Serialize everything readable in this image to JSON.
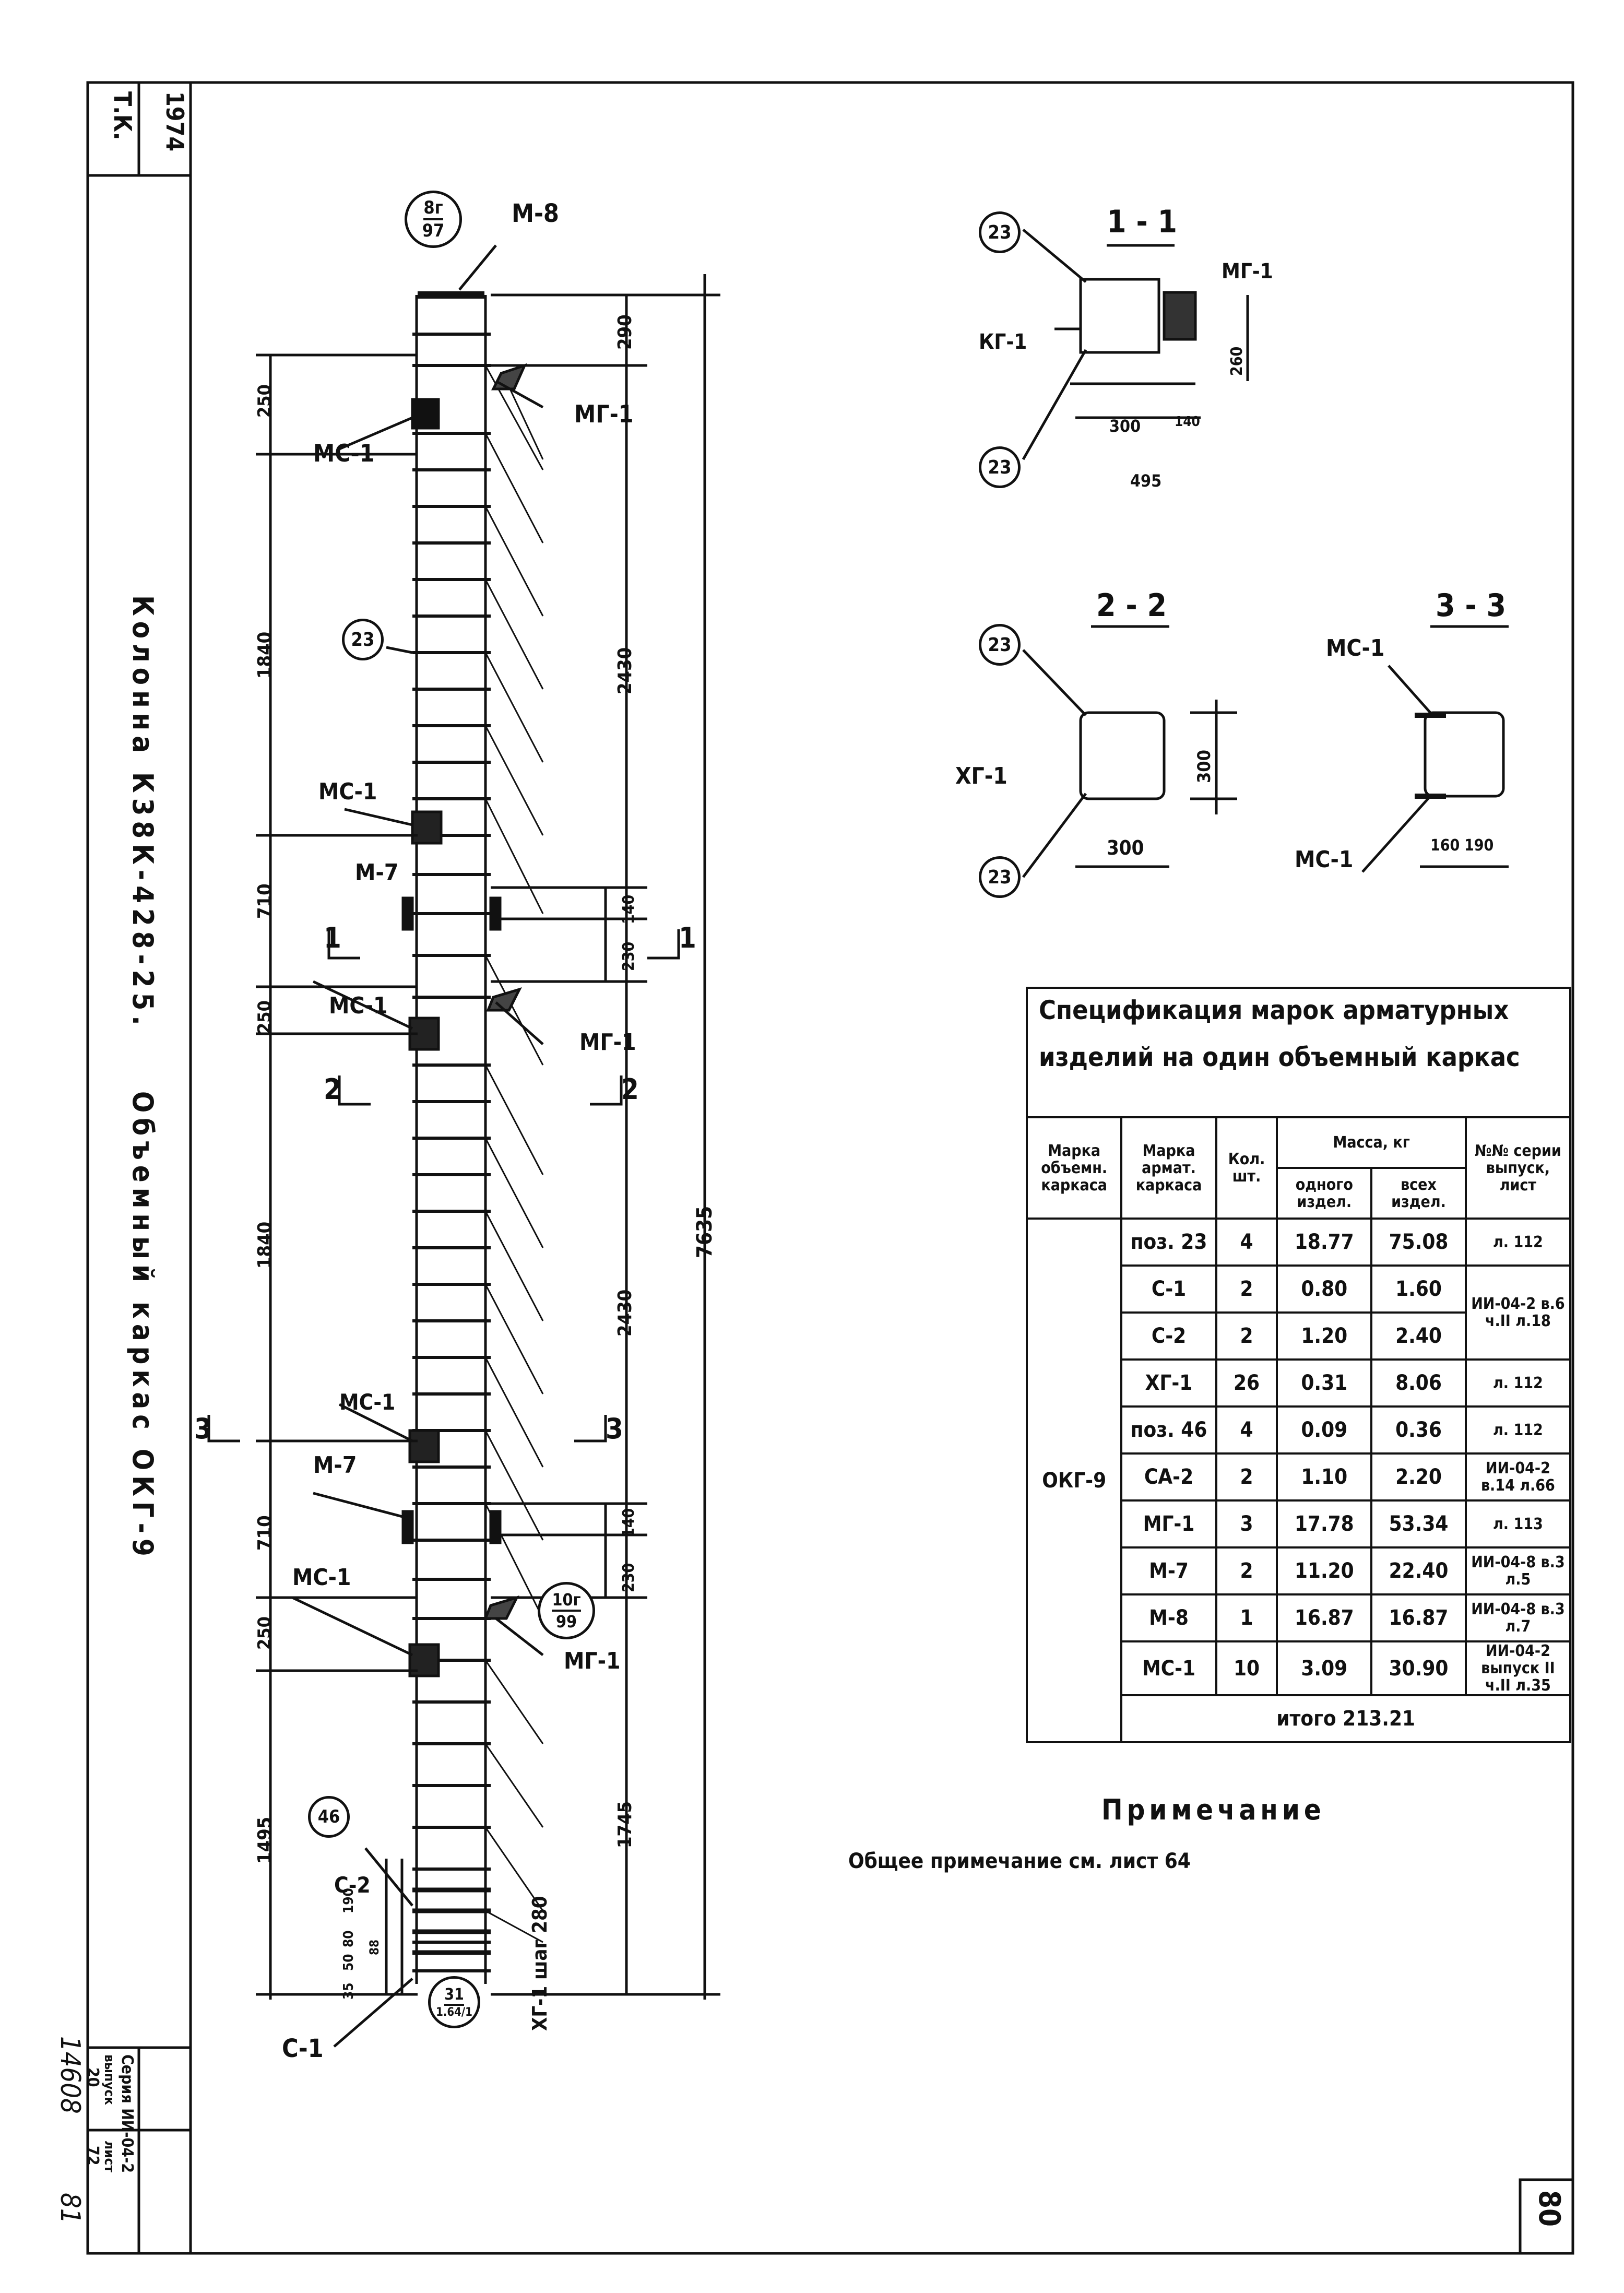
{
  "stamp": {
    "org": "Т.К.",
    "year": "1974"
  },
  "title": {
    "column": "Колонна  К38К-428-25.",
    "frame": "Объемный  каркас  ОКГ-9"
  },
  "labels": {
    "m8": "М-8",
    "mg1": "МГ-1",
    "mc1": "МС-1",
    "m7": "М-7",
    "c2": "С-2",
    "c1": "С-1",
    "xg1": "ХГ-1 шаг 280",
    "kg1": "КГ-1",
    "xg1s": "ХГ-1"
  },
  "callouts": {
    "top": {
      "num": "8г",
      "den": "97"
    },
    "mid": {
      "num": "10г",
      "den": "99"
    },
    "bot": {
      "num": "31",
      "den": "1.64/1"
    },
    "p23": "23",
    "p46": "46"
  },
  "dims_left": [
    "250",
    "1840",
    "710",
    "250",
    "1840",
    "710",
    "250",
    "1495",
    "35",
    "50",
    "80",
    "190",
    "88"
  ],
  "dims_right": [
    "290",
    "2430",
    "140",
    "230",
    "2430",
    "140",
    "230",
    "1745"
  ],
  "dim_total": "7635",
  "sections": {
    "s1": "1 - 1",
    "s2": "2 - 2",
    "s3": "3 - 3",
    "cut1": "1",
    "cut2": "2",
    "cut3": "3",
    "d260": "260",
    "d300a": "300",
    "d140": "140",
    "d495": "495",
    "d300b": "300",
    "d300c": "300",
    "d160": "160",
    "d190": "190"
  },
  "spec": {
    "title1": "Спецификация марок арматурных",
    "title2": "изделий на один объемный каркас",
    "headers": {
      "frame": "Марка объемн. каркаса",
      "mark": "Марка армат. каркаса",
      "qty": "Кол. шт.",
      "mass": "Масса, кг",
      "one": "одного издел.",
      "all": "всех издел.",
      "ref": "№№ серии выпуск, лист"
    },
    "frame_mark": "ОКГ-9",
    "rows": [
      {
        "mark": "поз. 23",
        "qty": "4",
        "one": "18.77",
        "all": "75.08",
        "ref": "л. 112"
      },
      {
        "mark": "С-1",
        "qty": "2",
        "one": "0.80",
        "all": "1.60",
        "ref": "ИИ-04-2 в.6 ч.II л.18"
      },
      {
        "mark": "С-2",
        "qty": "2",
        "one": "1.20",
        "all": "2.40",
        "ref": ""
      },
      {
        "mark": "ХГ-1",
        "qty": "26",
        "one": "0.31",
        "all": "8.06",
        "ref": "л. 112"
      },
      {
        "mark": "поз. 46",
        "qty": "4",
        "one": "0.09",
        "all": "0.36",
        "ref": "л. 112"
      },
      {
        "mark": "СА-2",
        "qty": "2",
        "one": "1.10",
        "all": "2.20",
        "ref": "ИИ-04-2 в.14 л.66"
      },
      {
        "mark": "МГ-1",
        "qty": "3",
        "one": "17.78",
        "all": "53.34",
        "ref": "л. 113"
      },
      {
        "mark": "М-7",
        "qty": "2",
        "one": "11.20",
        "all": "22.40",
        "ref": "ИИ-04-8 в.3 л.5"
      },
      {
        "mark": "М-8",
        "qty": "1",
        "one": "16.87",
        "all": "16.87",
        "ref": "ИИ-04-8 в.3 л.7"
      },
      {
        "mark": "МС-1",
        "qty": "10",
        "one": "3.09",
        "all": "30.90",
        "ref": "ИИ-04-2 выпуск II ч.II л.35"
      }
    ],
    "total": "итого 213.21"
  },
  "note": {
    "title": "Примечание",
    "text": "Общее примечание см. лист 64"
  },
  "series": {
    "series": "Серия ИИ-04-2",
    "issue_label": "выпуск",
    "issue": "20",
    "sheet_label": "лист",
    "sheet": "72"
  },
  "page_number": "80",
  "handwritten": {
    "num": "14608",
    "page": "81"
  }
}
